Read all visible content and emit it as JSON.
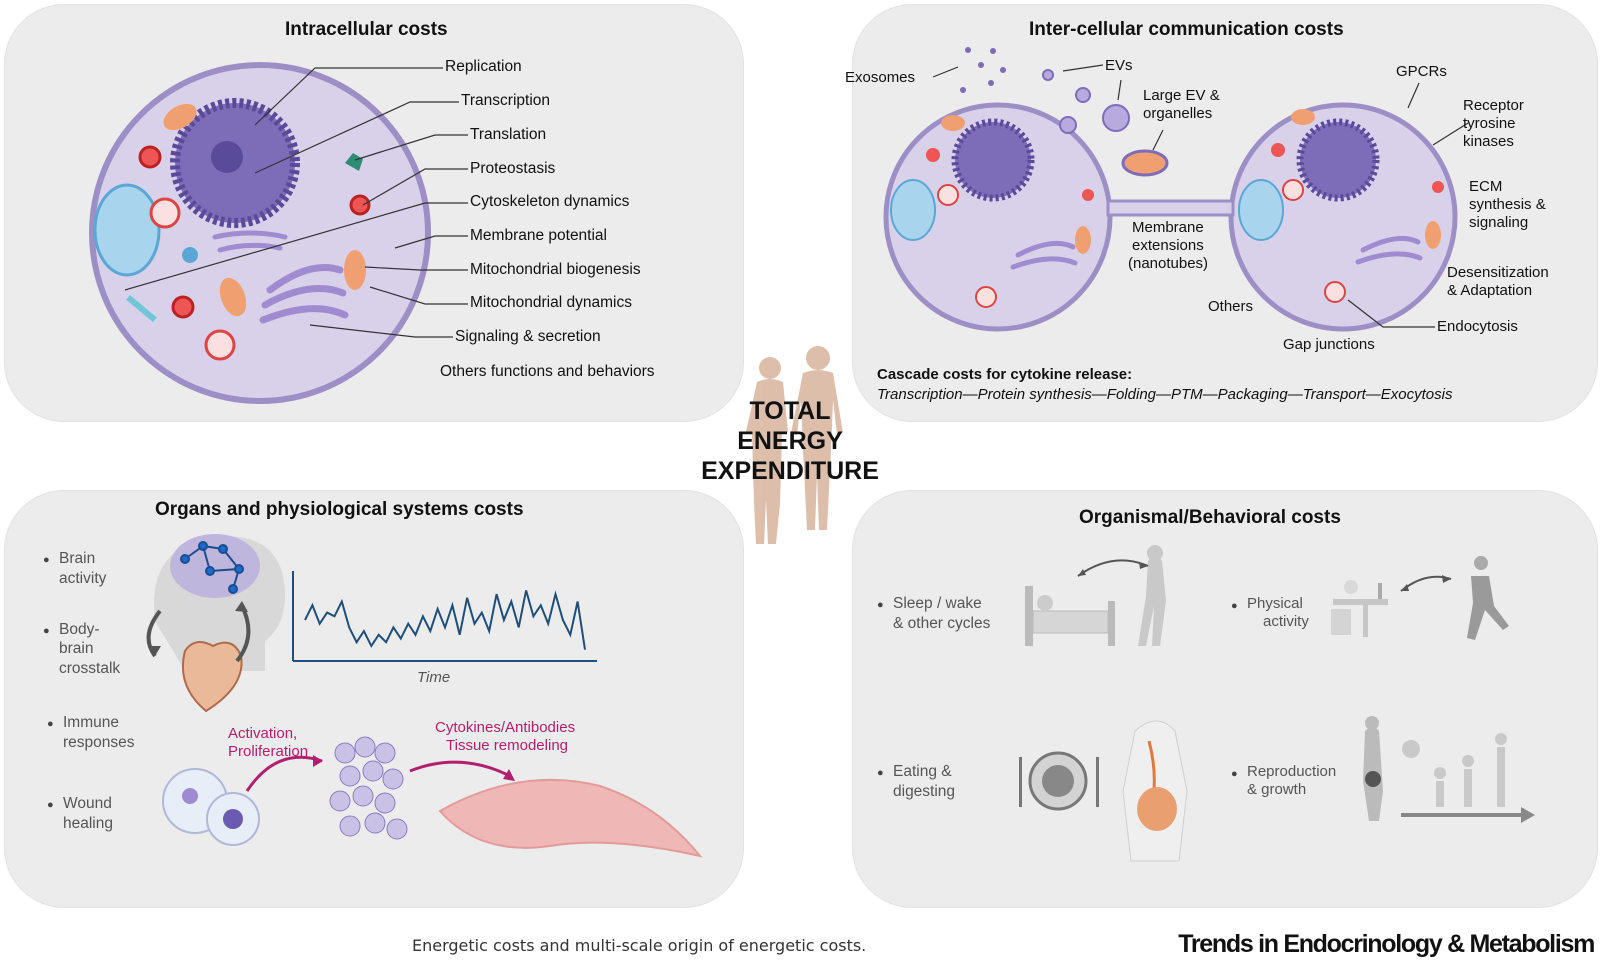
{
  "center": {
    "line1": "TOTAL",
    "line2": "ENERGY",
    "line3": "EXPENDITURE"
  },
  "intracellular": {
    "title": "Intracellular costs",
    "items": [
      "Replication",
      "Transcription",
      "Translation",
      "Proteostasis",
      "Cytoskeleton dynamics",
      "Membrane potential",
      "Mitochondrial biogenesis",
      "Mitochondrial dynamics",
      "Signaling & secretion",
      "Others functions and behaviors"
    ]
  },
  "intercellular": {
    "title": "Inter-cellular communication costs",
    "exosomes": "Exosomes",
    "evs": "EVs",
    "large_ev": [
      "Large EV &",
      "organelles"
    ],
    "gpcrs": "GPCRs",
    "rtk": [
      "Receptor",
      "tyrosine",
      "kinases"
    ],
    "ecm": [
      "ECM",
      "synthesis &",
      "signaling"
    ],
    "membrane_ext": [
      "Membrane",
      "extensions",
      "(nanotubes)"
    ],
    "desens": [
      "Desensitization",
      "& Adaptation"
    ],
    "others": "Others",
    "endocytosis": "Endocytosis",
    "gap": "Gap junctions",
    "cascade_title": "Cascade costs for cytokine release:",
    "cascade_steps": "Transcription—Protein synthesis—Folding—PTM—Packaging—Transport—Exocytosis"
  },
  "organs": {
    "title": "Organs and physiological systems costs",
    "bullets": [
      [
        "Brain",
        "activity"
      ],
      [
        "Body-",
        "brain",
        "crosstalk"
      ],
      [
        "Immune",
        "responses"
      ],
      [
        "Wound",
        "healing"
      ]
    ],
    "time_label": "Time",
    "activation": [
      "Activation,",
      "Proliferation"
    ],
    "cytokines": [
      "Cytokines/Antibodies",
      "Tissue remodeling"
    ],
    "signal_trace": [
      0.5,
      0.7,
      0.45,
      0.6,
      0.55,
      0.75,
      0.4,
      0.2,
      0.35,
      0.15,
      0.3,
      0.2,
      0.4,
      0.25,
      0.45,
      0.3,
      0.55,
      0.35,
      0.65,
      0.4,
      0.7,
      0.3,
      0.8,
      0.45,
      0.6,
      0.35,
      0.85,
      0.5,
      0.75,
      0.4,
      0.9,
      0.55,
      0.7,
      0.45,
      0.85,
      0.5,
      0.3,
      0.75,
      0.1
    ]
  },
  "behavioral": {
    "title": "Organismal/Behavioral costs",
    "sleep": [
      "Sleep / wake",
      "& other cycles"
    ],
    "physical": [
      "Physical",
      "activity"
    ],
    "eating": [
      "Eating &",
      "digesting"
    ],
    "repro": [
      "Reproduction",
      "& growth"
    ]
  },
  "caption": "Energetic costs and multi-scale origin of energetic costs.",
  "journal": "Trends in Endocrinology & Metabolism"
}
